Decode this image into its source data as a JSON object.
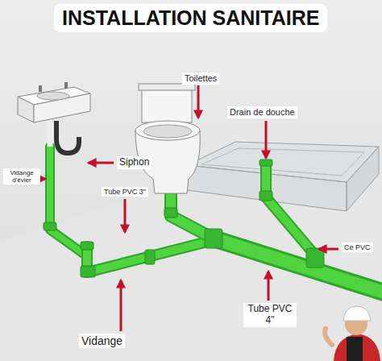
{
  "diagram": {
    "title": "INSTALLATION SANITAIRE",
    "labels": [
      "Toilettes",
      "Drain de douche",
      "Siphon",
      "Vidange d'évier",
      "Tube PVC 3\"",
      "Ce PVC",
      "Tube PVC 4\"",
      "Vidange"
    ]
  }
}
